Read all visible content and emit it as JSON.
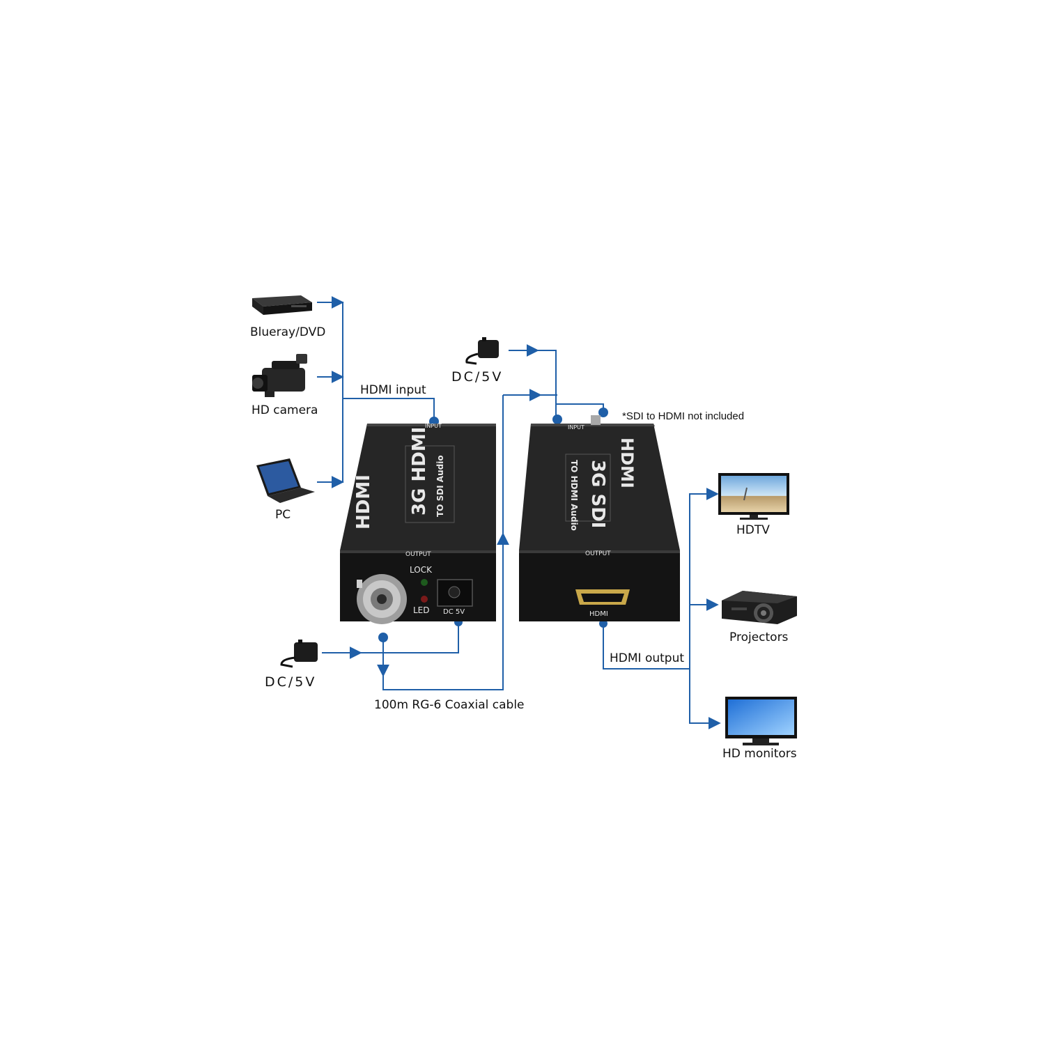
{
  "labels": {
    "blueray_dvd": "Blueray/DVD",
    "hd_camera": "HD camera",
    "pc": "PC",
    "hdmi_input": "HDMI input",
    "dc_top": "DC/5V",
    "dc_bottom": "DC/5V",
    "coax_cable": "100m RG-6 Coaxial cable",
    "not_included": "*SDI to HDMI not included",
    "hdtv": "HDTV",
    "projectors": "Projectors",
    "hdmi_output": "HDMI output",
    "hd_monitors": "HD monitors"
  },
  "device_left": {
    "brand": "HDMI",
    "model": "3G HDMI",
    "subtitle": "TO SDI Audio",
    "input_label": "INPUT",
    "output_label": "OUTPUT",
    "lock_label": "LOCK",
    "led_label": "LED",
    "dc_label": "DC 5V"
  },
  "device_right": {
    "brand": "HDMI",
    "model": "3G SDI",
    "subtitle": "TO HDMI Audio",
    "input_label": "INPUT",
    "output_label": "OUTPUT",
    "hdmi_port_label": "HDMI"
  },
  "colors": {
    "connector": "#1f5fa8",
    "device_body": "#1b1b1b",
    "device_text": "#e8e8e8"
  }
}
